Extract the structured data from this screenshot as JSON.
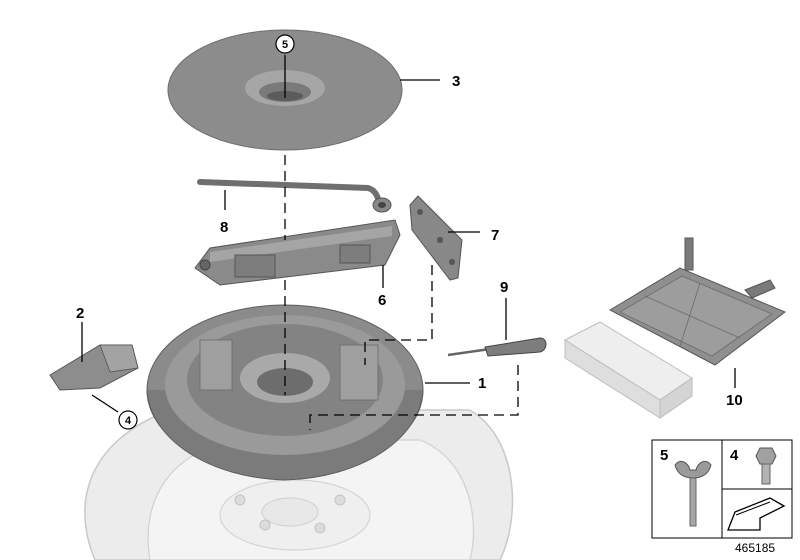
{
  "parts": {
    "p1": "1",
    "p2": "2",
    "p3": "3",
    "p4": "4",
    "p5": "5",
    "p6": "6",
    "p7": "7",
    "p8": "8",
    "p9": "9",
    "p10": "10"
  },
  "circled": {
    "c5": "5",
    "c4": "4"
  },
  "legend": {
    "item5": "5",
    "item4": "4"
  },
  "document_number": "465185",
  "colors": {
    "part_fill": "#8a8a8a",
    "tire_fill": "#e6e6e6",
    "line": "#000000"
  }
}
